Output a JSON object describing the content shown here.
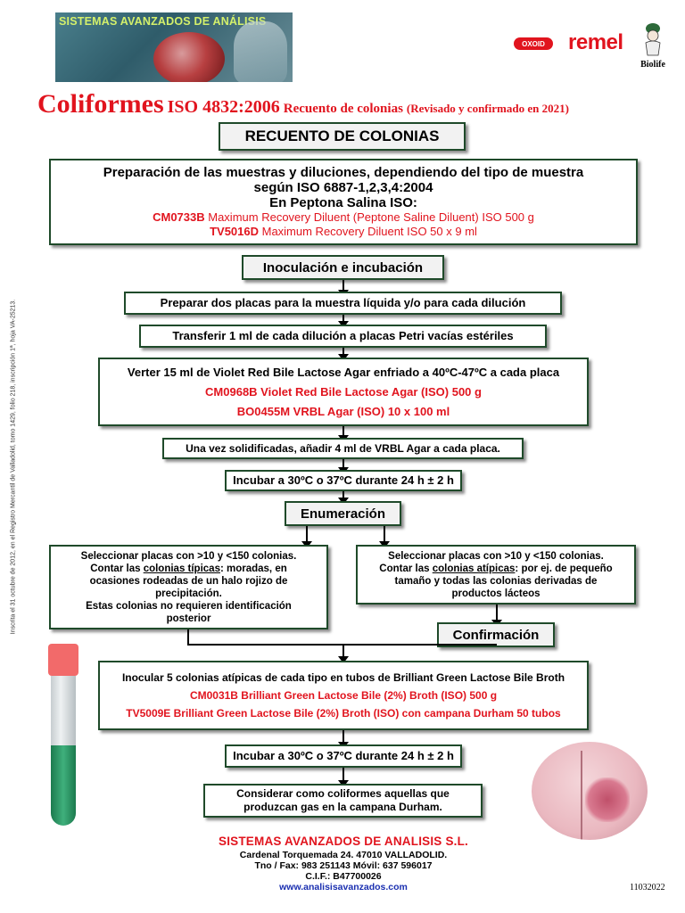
{
  "header": {
    "banner_text": "SISTEMAS AVANZADOS DE ANÁLISIS",
    "logos": {
      "oxoid": "OXOID",
      "remel": "remel",
      "biolife": "Biolife"
    }
  },
  "title": {
    "main": "Coliformes",
    "iso": "ISO 4832:2006",
    "subtitle": "Recuento de colonias",
    "revised": "(Revisado y confirmado en 2021)"
  },
  "side_text": "Inscrita el 31 octubre de 2012, en el Registro Mercantil de Valladolid, tomo 1429, folio 218, inscripción 1ª, hoja VA-25213.",
  "flow": {
    "recuento_header": "RECUENTO DE COLONIAS",
    "prep": {
      "line1": "Preparación de las muestras y diluciones, dependiendo del tipo de muestra",
      "line2": "según ISO 6887-1,2,3,4:2004",
      "line3": "En Peptona Salina ISO:",
      "item1_code": "CM0733B",
      "item1_text": " Maximum Recovery Diluent (Peptone Saline Diluent) ISO 500 g",
      "item2_code": "TV5016D",
      "item2_text": " Maximum Recovery Diluent  ISO 50 x 9 ml"
    },
    "inoculacion_header": "Inoculación e incubación",
    "step1": "Preparar dos placas para la muestra líquida y/o para cada dilución",
    "step2": "Transferir 1 ml de cada dilución a placas Petri vacías estériles",
    "step3": {
      "line1": "Verter 15 ml de Violet Red Bile Lactose Agar enfriado a 40ºC-47ºC a cada placa",
      "line2": "CM0968B Violet Red Bile Lactose Agar (ISO) 500 g",
      "line3": "BO0455M VRBL Agar (ISO) 10 x 100 ml"
    },
    "step4": "Una vez solidificadas, añadir 4 ml de VRBL Agar a cada placa.",
    "step5": "Incubar a 30ºC o 37ºC durante 24 h ± 2 h",
    "enumeracion_header": "Enumeración",
    "left": {
      "line1": "Seleccionar placas con >10 y <150 colonias.",
      "line2a": "Contar las ",
      "line2b": "colonias típicas",
      "line2c": ": moradas, en",
      "line3": "ocasiones rodeadas de un halo rojizo de",
      "line4": "precipitación.",
      "line5": "Estas colonias no requieren identificación",
      "line6": "posterior"
    },
    "right": {
      "line1": "Seleccionar placas con >10 y <150 colonias.",
      "line2a": "Contar las ",
      "line2b": "colonias atípicas",
      "line2c": ": por ej. de pequeño",
      "line3": "tamaño y todas las colonias derivadas de",
      "line4": "productos lácteos"
    },
    "confirmacion_header": "Confirmación",
    "confirm": {
      "line1": "Inocular 5 colonias atípicas de cada tipo en tubos de Brilliant Green Lactose Bile Broth",
      "line2": "CM0031B Brilliant Green Lactose Bile (2%) Broth (ISO)  500 g",
      "line3": "TV5009E Brilliant Green Lactose Bile (2%) Broth (ISO) con campana Durham 50 tubos"
    },
    "step6": "Incubar a 30ºC o 37ºC durante 24 h ± 2 h",
    "final": {
      "line1": "Considerar como coliformes aquellas que",
      "line2": "produzcan gas en la campana Durham."
    }
  },
  "footer": {
    "company": "SISTEMAS AVANZADOS DE ANALISIS S.L.",
    "address": "Cardenal Torquemada 24. 47010 VALLADOLID.",
    "phone": "Tno / Fax: 983 251143 Móvil: 637 596017",
    "cif": "C.I.F.: B47700026",
    "web": "www.analisisavanzados.com",
    "code": "11032022"
  }
}
